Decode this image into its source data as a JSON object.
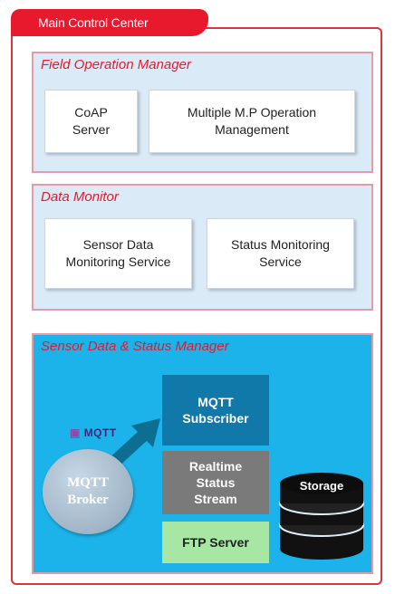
{
  "header": {
    "title": "Main Control Center"
  },
  "field_operation": {
    "title": "Field  Operation Manager",
    "coap": "CoAP\nServer",
    "multi": "Multiple M.P Operation\nManagement"
  },
  "data_monitor": {
    "title": "Data Monitor",
    "sensor": "Sensor Data\nMonitoring Service",
    "status": "Status Monitoring\nService"
  },
  "sensor_manager": {
    "title": "Sensor Data & Status Manager",
    "mqtt_subscriber": "MQTT\nSubscriber",
    "realtime": "Realtime\nStatus\nStream",
    "ftp": "FTP Server",
    "storage": "Storage",
    "mqtt_logo": "MQTT",
    "broker": "MQTT\nBroker"
  },
  "colors": {
    "accent_red": "#e8192c",
    "section_bg": "#dbeaf7",
    "sensor_bg": "#1bb3e9",
    "subscriber": "#1079a9",
    "realtime": "#7a7a7a",
    "ftp": "#a8e6a4"
  }
}
